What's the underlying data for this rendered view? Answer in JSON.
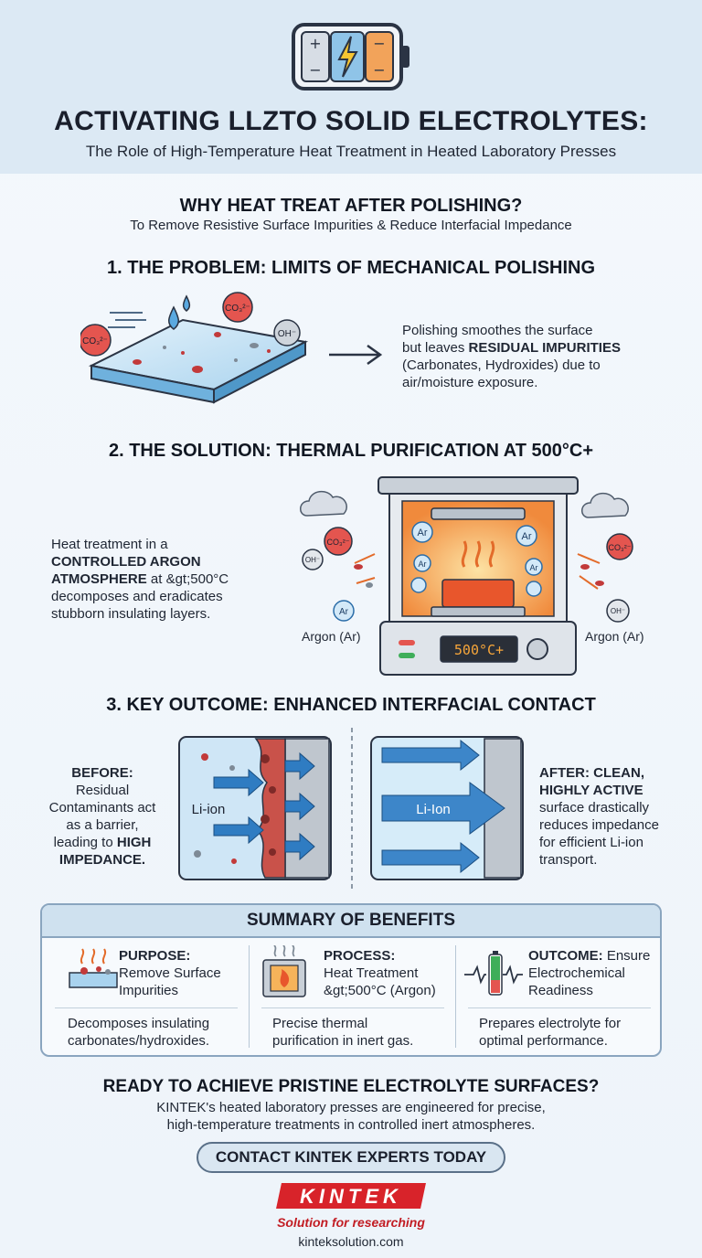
{
  "header": {
    "title": "ACTIVATING LLZTO SOLID ELECTROLYTES:",
    "subtitle": "The Role of High-Temperature Heat Treatment in Heated Laboratory Presses"
  },
  "why": {
    "heading": "WHY HEAT TREAT AFTER POLISHING?",
    "subheading": "To Remove Resistive Surface Impurities & Reduce Interfacial Impedance"
  },
  "problem": {
    "heading": "1. THE PROBLEM: LIMITS OF MECHANICAL POLISHING",
    "text_1": "Polishing smoothes the surface",
    "text_2a": "but leaves ",
    "text_2b": "RESIDUAL IMPURITIES",
    "text_3": "(Carbonates, Hydroxides) due to",
    "text_4": "air/moisture exposure.",
    "bubble_co3_a": "CO₃²⁻",
    "bubble_co3_b": "CO₃²⁻",
    "bubble_oh": "OH⁻"
  },
  "solution": {
    "heading": "2. THE SOLUTION: THERMAL PURIFICATION AT 500°C+",
    "text_1": "Heat treatment in a",
    "text_2": "CONTROLLED ARGON",
    "text_3a": "ATMOSPHERE",
    "text_3b": " at &gt;500°C",
    "text_4": "decomposes and eradicates",
    "text_5": "stubborn insulating layers.",
    "argon_left": "Argon (Ar)",
    "argon_right": "Argon (Ar)",
    "display": "500°C+",
    "ar_label": "Ar",
    "co3": "CO₃²⁻",
    "oh": "OH⁻"
  },
  "outcome": {
    "heading": "3. KEY OUTCOME: ENHANCED INTERFACIAL CONTACT",
    "before_1": "BEFORE:",
    "before_2": "Residual",
    "before_3": "Contaminants act",
    "before_4": "as a barrier,",
    "before_5a": "leading to ",
    "before_5b": "HIGH",
    "before_6": "IMPEDANCE.",
    "after_1": "AFTER: CLEAN,",
    "after_2": "HIGHLY ACTIVE",
    "after_3": "surface drastically",
    "after_4": "reduces impedance",
    "after_5": "for efficient Li-ion",
    "after_6": "transport.",
    "liion_before": "Li-ion",
    "liion_after": "Li-Ion"
  },
  "summary": {
    "heading": "SUMMARY OF BENEFITS",
    "cols": [
      {
        "title": "PURPOSE:",
        "line_1": "Remove Surface",
        "line_2": "Impurities",
        "foot_1": "Decomposes insulating",
        "foot_2": "carbonates/hydroxides."
      },
      {
        "title": "PROCESS:",
        "line_1": "Heat Treatment",
        "line_2": "&gt;500°C (Argon)",
        "foot_1": "Precise thermal",
        "foot_2": "purification in inert gas."
      },
      {
        "title": "OUTCOME:",
        "title_rest": " Ensure",
        "line_1": "Electrochemical",
        "line_2": "Readiness",
        "foot_1": "Prepares electrolyte for",
        "foot_2": "optimal performance."
      }
    ]
  },
  "cta": {
    "heading": "READY TO ACHIEVE PRISTINE ELECTROLYTE SURFACES?",
    "text_1": "KINTEK's heated laboratory presses are engineered for precise,",
    "text_2": "high-temperature treatments in controlled inert atmospheres.",
    "button": "CONTACT KINTEK EXPERTS TODAY"
  },
  "brand": {
    "logo": "KINTEK",
    "tagline": "Solution for researching",
    "website": "kinteksolution.com"
  },
  "colors": {
    "brand_red": "#d8232a",
    "accent_blue": "#3d86c9",
    "battery_green": "#3fae5a",
    "battery_orange": "#f2a35a"
  }
}
